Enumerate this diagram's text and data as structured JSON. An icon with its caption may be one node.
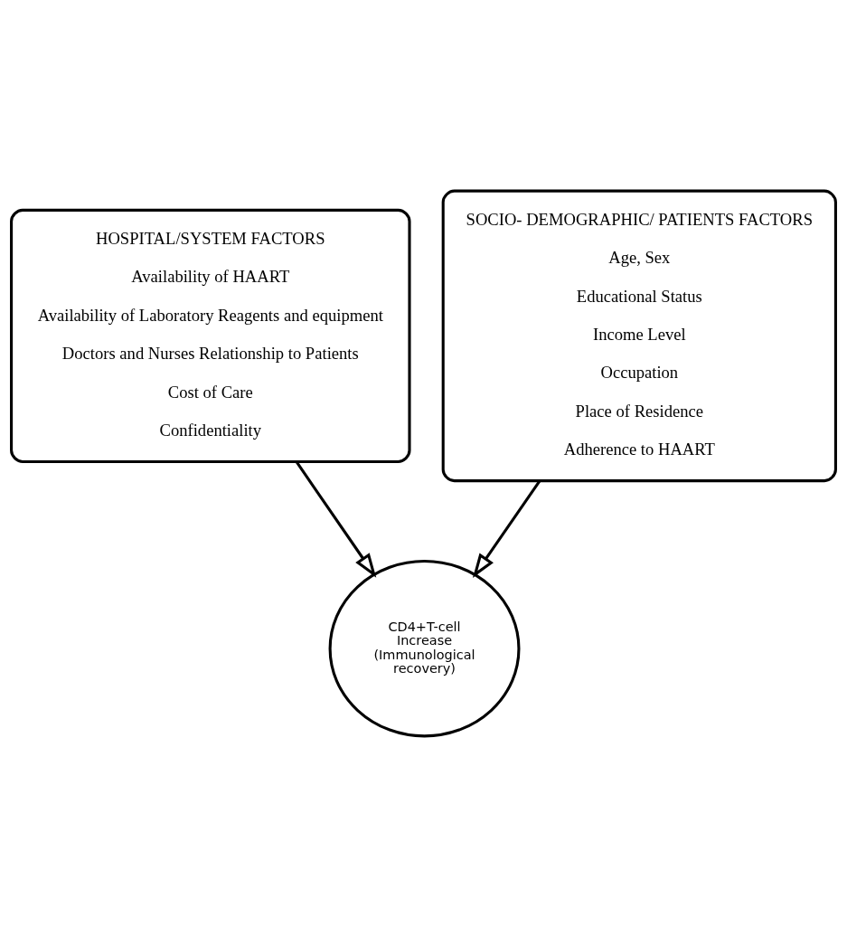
{
  "diagram": {
    "nodes": [
      {
        "text": [
          "HOSPITAL/SYSTEM FACTORS",
          "Availability of HAART",
          "Availability of Laboratory Reagents and equipment",
          "Doctors and Nurses Relationship to Patients",
          "Cost of Care",
          "Confidentiality"
        ]
      },
      {
        "text": [
          "SOCIO- DEMOGRAPHIC/ PATIENTS FACTORS",
          "Age, Sex",
          "Educational Status",
          "Income Level",
          "Occupation",
          "Place of Residence",
          "Adherence to HAART"
        ]
      },
      {
        "text": [
          "CD4+T-cell Increase (Immunological recovery)"
        ]
      }
    ],
    "edges": [
      {
        "from": 0,
        "to": 2,
        "arrow": "to"
      },
      {
        "from": 1,
        "to": 2,
        "arrow": "to"
      }
    ]
  }
}
